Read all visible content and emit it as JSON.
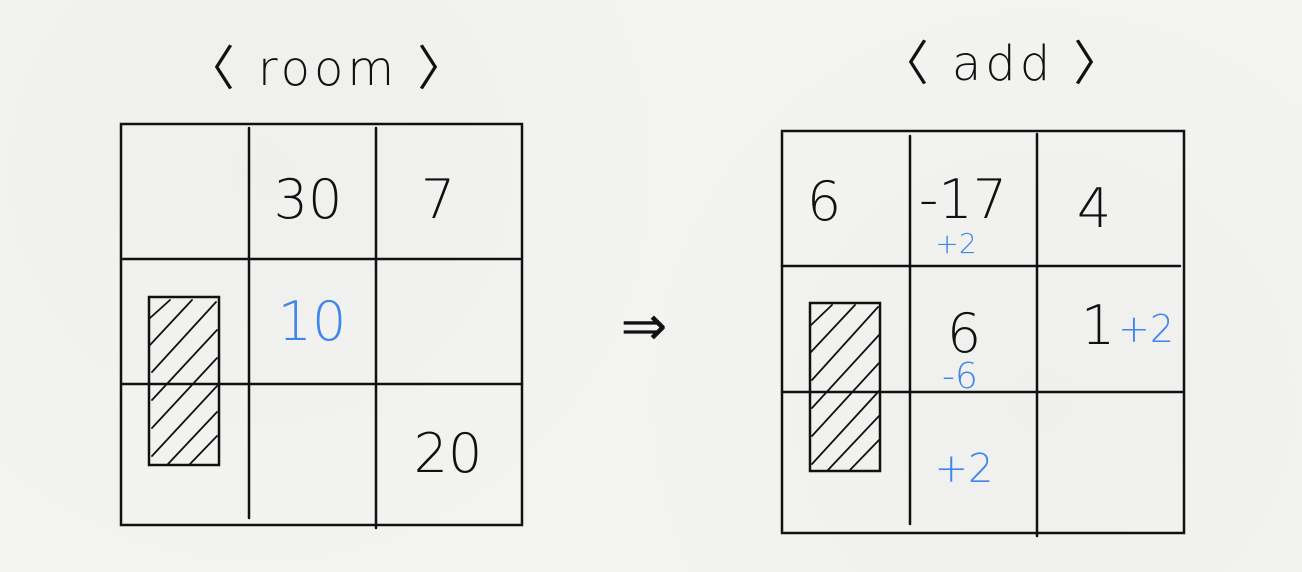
{
  "left": {
    "title": "〈 room 〉",
    "cells": {
      "r0c1": "30",
      "r0c2": "7",
      "r1c1": "10",
      "r2c2": "20"
    }
  },
  "arrow": "⇒",
  "right": {
    "title": "〈  add  〉",
    "cells": {
      "r0c0": "6",
      "r0c1": "-17",
      "r0c1_note": "+2",
      "r0c2": "4",
      "r1c1": "6",
      "r1c1_note": "-6",
      "r1c2": "1",
      "r1c2_note": "+2",
      "r2c1_note": "+2"
    }
  },
  "colors": {
    "ink": "#111111",
    "blue": "#3f86ea",
    "paper": "#f3f3f1"
  }
}
